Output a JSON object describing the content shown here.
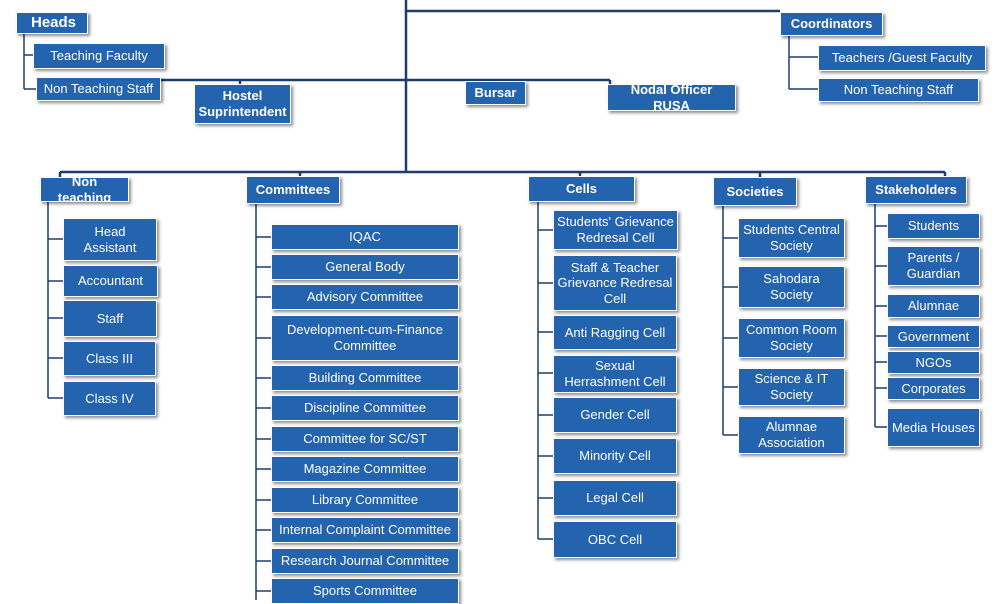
{
  "top": {
    "heads": {
      "label": "Heads",
      "items": [
        "Teaching Faculty",
        "Non Teaching Staff"
      ]
    },
    "coordinators": {
      "label": "Coordinators",
      "items": [
        "Teachers /Guest  Faculty",
        "Non Teaching Staff"
      ]
    },
    "hostel": "Hostel Suprintendent",
    "bursar": "Bursar",
    "nodal": "Nodal Officer RUSA"
  },
  "columns": {
    "non_teaching": {
      "label": "Non teaching",
      "items": [
        "Head Assistant",
        "Accountant",
        "Staff",
        "Class III",
        "Class IV"
      ]
    },
    "committees": {
      "label": "Committees",
      "items": [
        "IQAC",
        "General Body",
        "Advisory Committee",
        "Development-cum-Finance Committee",
        "Building Committee",
        "Discipline Committee",
        "Committee for SC/ST",
        "Magazine Committee",
        "Library Committee",
        "Internal Complaint Committee",
        "Research Journal Committee",
        "Sports Committee"
      ]
    },
    "cells": {
      "label": "Cells",
      "items": [
        "Students' Grievance Redresal Cell",
        "Staff & Teacher Grievance  Redresal Cell",
        "Anti Ragging Cell",
        "Sexual Herrashment Cell",
        "Gender Cell",
        "Minority Cell",
        "Legal Cell",
        "OBC Cell"
      ]
    },
    "societies": {
      "label": "Societies",
      "items": [
        "Students Central Society",
        "Sahodara Society",
        "Common Room Society",
        "Science & IT Society",
        "Alumnae Association"
      ]
    },
    "stakeholders": {
      "label": "Stakeholders",
      "items": [
        "Students",
        "Parents / Guardian",
        "Alumnae",
        "Government",
        "NGOs",
        "Corporates",
        "Media Houses"
      ]
    }
  },
  "colors": {
    "box": "#2463ad",
    "line": "#1c3e6e"
  }
}
